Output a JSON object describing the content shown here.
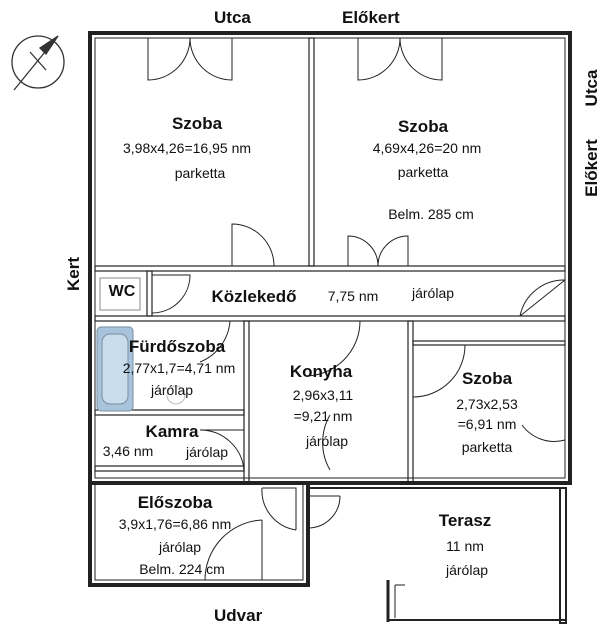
{
  "edges": {
    "top_left": "Utca",
    "top_right": "Előkert",
    "right_top": "Utca",
    "right_bottom": "Előkert",
    "left": "Kert",
    "bottom": "Udvar"
  },
  "rooms": {
    "szoba1": {
      "name": "Szoba",
      "dims": "3,98x4,26=16,95 nm",
      "floor": "parketta"
    },
    "szoba2": {
      "name": "Szoba",
      "dims": "4,69x4,26=20 nm",
      "floor": "parketta",
      "note": "Belm. 285 cm"
    },
    "wc": {
      "name": "WC"
    },
    "kozlekedo": {
      "name": "Közlekedő",
      "area": "7,75 nm",
      "floor": "járólap"
    },
    "furdo": {
      "name": "Fürdőszoba",
      "dims": "2,77x1,7=4,71 nm",
      "floor": "járólap"
    },
    "konyha": {
      "name": "Konyha",
      "dims1": "2,96x3,11",
      "dims2": "=9,21 nm",
      "floor": "járólap"
    },
    "szoba3": {
      "name": "Szoba",
      "dims1": "2,73x2,53",
      "dims2": "=6,91 nm",
      "floor": "parketta"
    },
    "kamra": {
      "name": "Kamra",
      "area": "3,46 nm",
      "floor": "járólap"
    },
    "eloszoba": {
      "name": "Előszoba",
      "dims": "3,9x1,76=6,86 nm",
      "floor": "járólap",
      "note": "Belm. 224 cm"
    },
    "terasz": {
      "name": "Terasz",
      "area": "11 nm",
      "floor": "járólap"
    }
  }
}
